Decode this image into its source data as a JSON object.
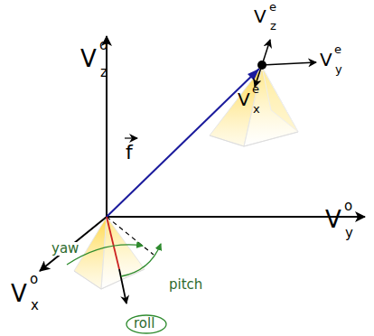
{
  "diagram": {
    "labels": [
      "V",
      "o",
      "z",
      "V",
      "o",
      "y",
      "V",
      "o",
      "x",
      "V",
      "e",
      "z",
      "V",
      "e",
      "y",
      "V",
      "e",
      "x",
      "f",
      "yaw",
      "pitch",
      "roll"
    ]
  }
}
